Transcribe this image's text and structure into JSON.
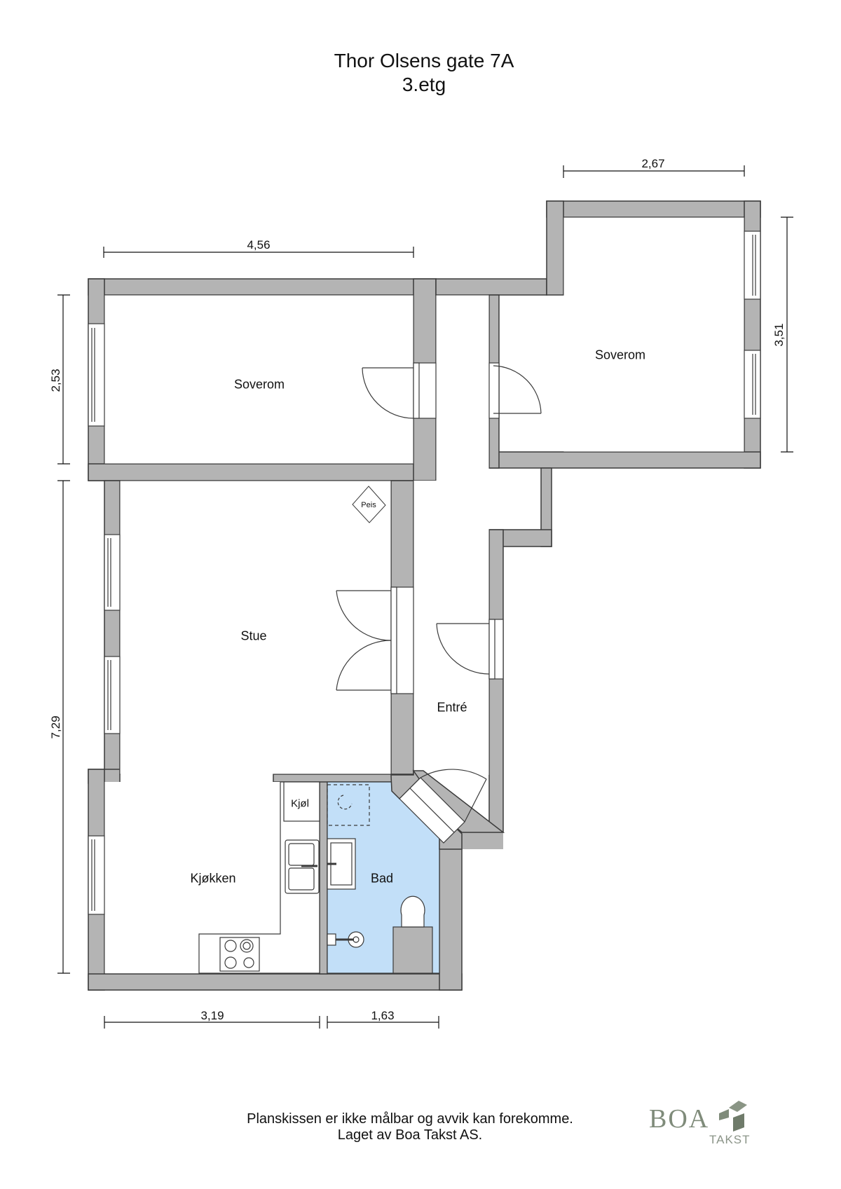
{
  "header": {
    "address": "Thor Olsens gate 7A",
    "floor": "3.etg"
  },
  "rooms": {
    "bedroom_left": "Soverom",
    "bedroom_right": "Soverom",
    "living_room": "Stue",
    "entrance": "Entré",
    "kitchen": "Kjøkken",
    "bathroom": "Bad",
    "fridge": "Kjøl",
    "fireplace": "Peis"
  },
  "dimensions": {
    "bedroom_left_width": "4,56",
    "bedroom_right_width": "2,67",
    "bedroom_right_depth": "3,51",
    "bedroom_left_depth": "2,53",
    "living_kitchen_depth": "7,29",
    "kitchen_width": "3,19",
    "bathroom_width": "1,63"
  },
  "colors": {
    "wall_fill": "#b4b4b4",
    "wall_stroke": "#3a3a3a",
    "bathroom_fill": "#c2dff8",
    "logo_green": "#7f8b7a"
  },
  "footer": {
    "disclaimer": "Planskissen er ikke målbar og avvik kan forekomme.",
    "credit": "Laget av Boa Takst AS."
  },
  "logo": {
    "name": "BOA",
    "subtitle": "TAKST"
  }
}
